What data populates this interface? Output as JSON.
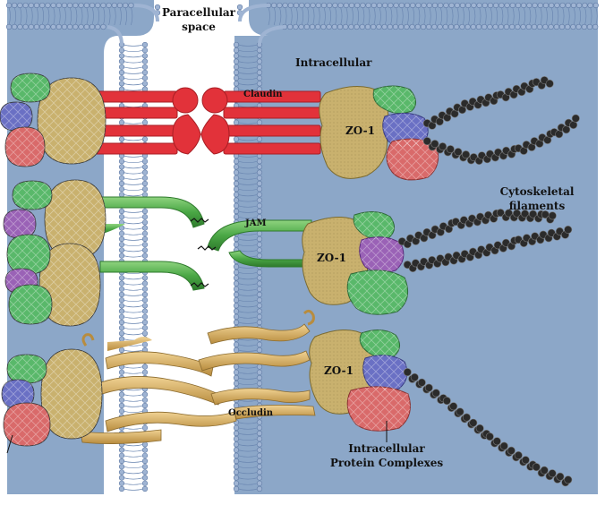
{
  "labels": {
    "paracellular": [
      "Paracellular",
      "space"
    ],
    "intracellular": "Intracellular",
    "claudin": "Claudin",
    "jam": "JAM",
    "occludin": "Occludin",
    "zo1": "ZO-1",
    "cytoskeletal": [
      "Cytoskeletal",
      "filaments"
    ],
    "protein_complexes": [
      "Intracellular",
      "Protein Complexes"
    ]
  },
  "colors": {
    "cytoplasm": "#8ca7c8",
    "membrane_head": "#9fb4d3",
    "claudin": "#e2323a",
    "jam": "#4aa745",
    "occludin": "#d6ad62",
    "zo1": "#c9b16e",
    "complex_green": "#59b86a",
    "complex_blue": "#6a70c4",
    "complex_red": "#d96a6a",
    "complex_purple": "#9a62b6",
    "filament": "#2b2b2b"
  }
}
